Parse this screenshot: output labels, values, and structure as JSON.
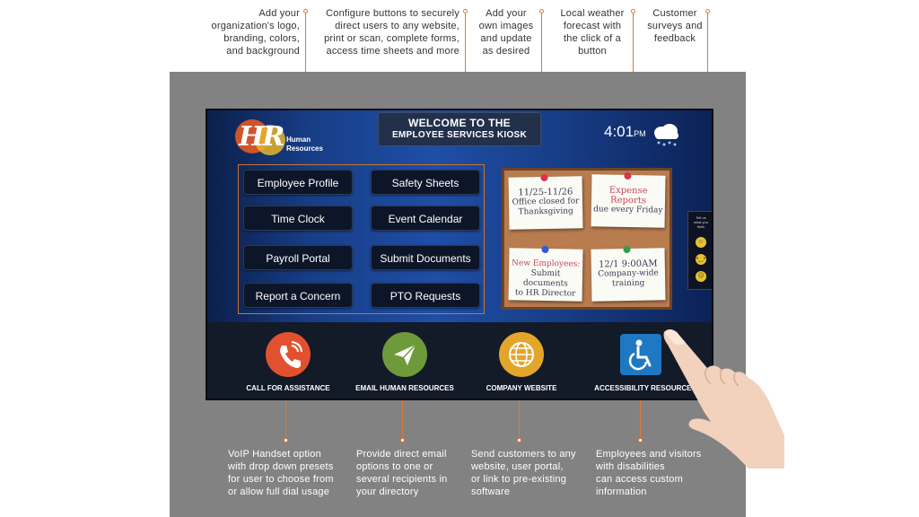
{
  "annotations_top": [
    {
      "id": "branding",
      "lines": [
        "Add your",
        "organization's logo,",
        "branding, colors,",
        "and background"
      ]
    },
    {
      "id": "buttons",
      "lines": [
        "Configure buttons to securely",
        "direct users to any website,",
        "print or scan, complete forms,",
        "access time sheets and more"
      ]
    },
    {
      "id": "images",
      "lines": [
        "Add your",
        "own images",
        "and update",
        "as desired"
      ]
    },
    {
      "id": "weather",
      "lines": [
        "Local weather",
        "forecast with",
        "the click of a",
        "button"
      ]
    },
    {
      "id": "surveys",
      "lines": [
        "Customer",
        "surveys and",
        "feedback"
      ]
    }
  ],
  "annotations_bottom": [
    {
      "id": "voip",
      "lines": [
        "VoIP Handset option",
        "with drop down presets",
        "for user to choose from",
        "or allow full dial usage"
      ]
    },
    {
      "id": "email",
      "lines": [
        "Provide direct email",
        "options to one or",
        "several recipients in",
        "your directory"
      ]
    },
    {
      "id": "website",
      "lines": [
        "Send customers to any",
        "website, user portal,",
        "or link to pre-existing",
        "software"
      ]
    },
    {
      "id": "access",
      "lines": [
        "Employees and visitors",
        "with disabilities",
        "can access custom",
        "information"
      ]
    }
  ],
  "kiosk": {
    "logo_letters": "HR",
    "logo_sub": [
      "Human",
      "Resources"
    ],
    "welcome_line1": "WELCOME TO THE",
    "welcome_line2": "EMPLOYEE SERVICES KIOSK",
    "time": "4:01",
    "ampm": "PM",
    "weather_icon": "rain-cloud-icon",
    "buttons": [
      "Employee Profile",
      "Safety Sheets",
      "Time Clock",
      "Event Calendar",
      "Payroll Portal",
      "Submit Documents",
      "Report a Concern",
      "PTO Requests"
    ],
    "notes": [
      {
        "text": [
          "11/25-11/26",
          "Office closed for",
          "Thanksgiving"
        ],
        "pin": "#d8344a",
        "color": "#3a3a55"
      },
      {
        "text": [
          "Expense",
          "Reports",
          "due every Friday"
        ],
        "pin": "#d8344a",
        "color": "#c2485a"
      },
      {
        "text": [
          "New Employees:",
          "Submit documents",
          "to HR Director"
        ],
        "pin": "#2e5bd8",
        "color": "#c2485a"
      },
      {
        "text": [
          "12/1 9:00AM",
          "Company-wide",
          "training"
        ],
        "pin": "#2f9e47",
        "color": "#3a3a55"
      }
    ],
    "feedback_text": [
      "Tell us",
      "what you",
      "think"
    ],
    "bottom_actions": [
      {
        "label": "CALL FOR ASSISTANCE",
        "icon": "phone-icon",
        "color": "#e2512f"
      },
      {
        "label": "EMAIL HUMAN RESOURCES",
        "icon": "paper-plane-icon",
        "color": "#6f9a3c"
      },
      {
        "label": "COMPANY WEBSITE",
        "icon": "globe-icon",
        "color": "#e3a52a"
      },
      {
        "label": "ACCESSIBILITY RESOURCES",
        "icon": "wheelchair-icon",
        "color": "#1e78c2"
      }
    ]
  },
  "colors": {
    "accent": "#e0762f",
    "housing": "#828282"
  }
}
